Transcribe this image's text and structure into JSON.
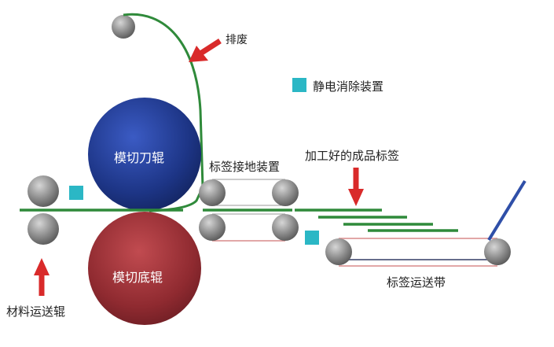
{
  "labels": {
    "waste": "排废",
    "static_eliminator": "静电消除装置",
    "die_cut_roller": "模切刀辊",
    "label_grounding": "标签接地装置",
    "finished_labels": "加工好的成品标签",
    "anvil_roller": "模切底辊",
    "label_conveyor": "标签运送带",
    "material_feed_roller": "材料运送辊"
  },
  "colors": {
    "web_line": "#2f8a3a",
    "arrow": "#d92a2a",
    "static_box": "#2bb7c5",
    "die_roller": "#1f3a8f",
    "anvil_roller": "#9a2d33",
    "small_roller": "#8a8a8a",
    "belt_line": "#d98a8a",
    "belt_line_dark": "#333d66",
    "incline": "#2f4fa8"
  }
}
